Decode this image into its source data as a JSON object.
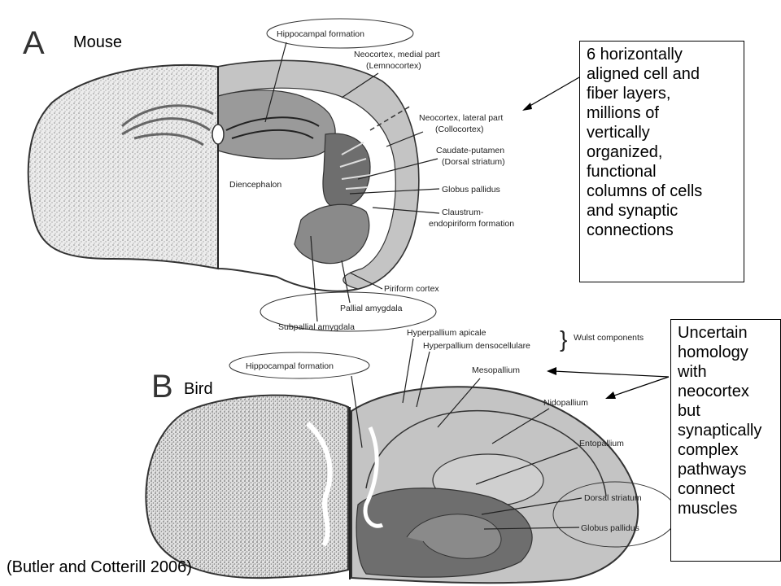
{
  "panel_a": {
    "letter": "A",
    "species": "Mouse",
    "labels": {
      "hippocampal": "Hippocampal formation",
      "neo_medial_1": "Neocortex, medial part",
      "neo_medial_2": "(Lemnocortex)",
      "neo_lateral_1": "Neocortex, lateral part",
      "neo_lateral_2": "(Collocortex)",
      "caudate_1": "Caudate-putamen",
      "caudate_2": "(Dorsal striatum)",
      "globus": "Globus pallidus",
      "claustrum_1": "Claustrum-",
      "claustrum_2": "endopiriform formation",
      "diencephalon": "Diencephalon",
      "piriform": "Piriform cortex",
      "pallial_amygdala": "Pallial amygdala",
      "subpallial_amygdala": "Subpallial amygdala"
    },
    "note": "6 horizontally\naligned cell and\nfiber layers,\nmillions of\nvertically\norganized,\nfunctional\ncolumns of cells\nand synaptic\nconnections"
  },
  "panel_b": {
    "letter": "B",
    "species": "Bird",
    "labels": {
      "hyper_apicale": "Hyperpallium apicale",
      "hyper_denso": "Hyperpallium densocellulare",
      "wulst": "Wulst components",
      "hippocampal": "Hippocampal formation",
      "mesopallium": "Mesopallium",
      "nidopallium": "Nidopallium",
      "entopallium": "Entopallium",
      "dorsal_striatum": "Dorsal striatum",
      "globus": "Globus pallidus"
    },
    "note": "Uncertain\nhomology\nwith\nneocortex\nbut\nsynaptically\ncomplex\npathways\nconnect\nmuscles"
  },
  "citation": "(Butler and Cotterill 2006)",
  "colors": {
    "light_gray": "#c4c4c4",
    "mid_gray": "#9a9a9a",
    "dark_gray": "#6e6e6e",
    "tissue": "#e9e9e9"
  }
}
